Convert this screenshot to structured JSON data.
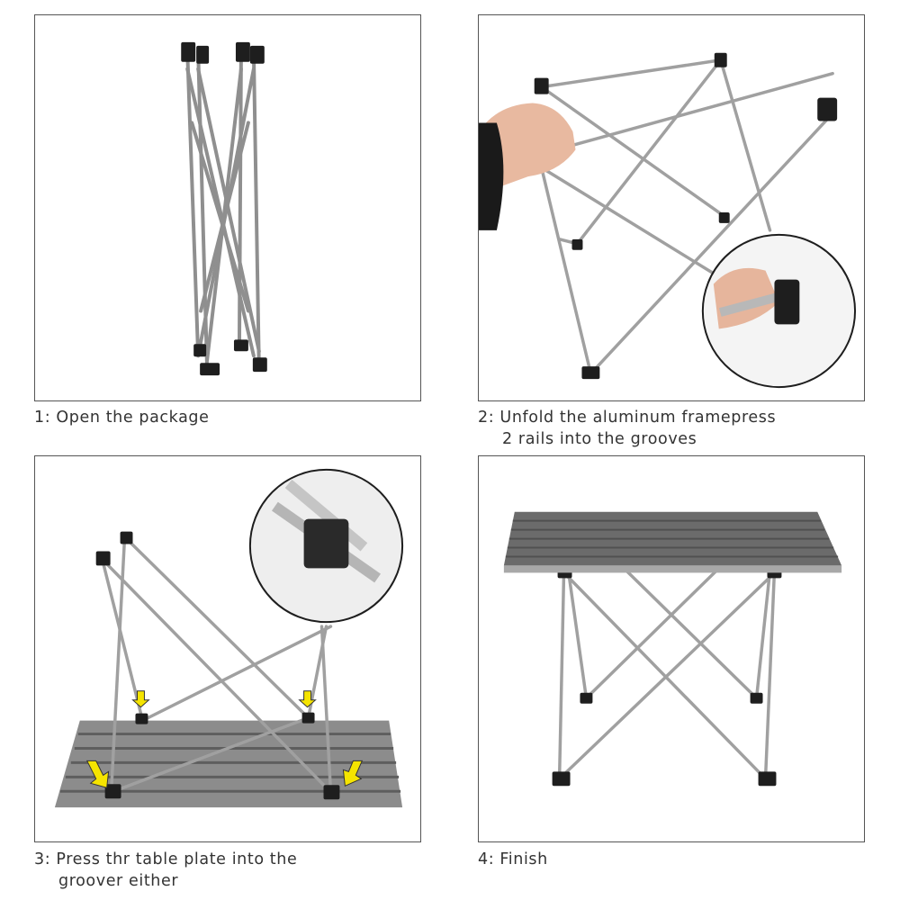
{
  "steps": [
    {
      "number": "1:",
      "text": "Open the package"
    },
    {
      "number": "2:",
      "text": "Unfold the aluminum framepress",
      "text_line2": "2 rails into the grooves"
    },
    {
      "number": "3:",
      "text": "Press thr table plate into the",
      "text_line2": "groover either"
    },
    {
      "number": "4:",
      "text": "Finish"
    }
  ],
  "colors": {
    "frame": "#9a9a9a",
    "frame_dark": "#6e6e6e",
    "foot": "#1e1e1e",
    "table_top": "#6b6b6b",
    "arrow": "#f5e400",
    "panel_border": "#555555"
  },
  "icons": [
    "folded-frame",
    "hand",
    "magnifier-detail",
    "arrow-down"
  ]
}
